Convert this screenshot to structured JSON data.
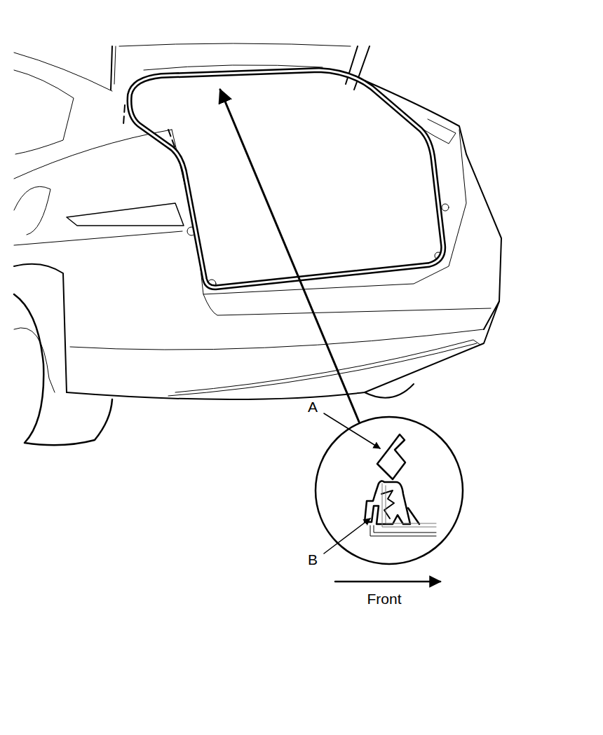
{
  "diagram": {
    "labels": [
      "A",
      "B",
      "Front"
    ]
  }
}
